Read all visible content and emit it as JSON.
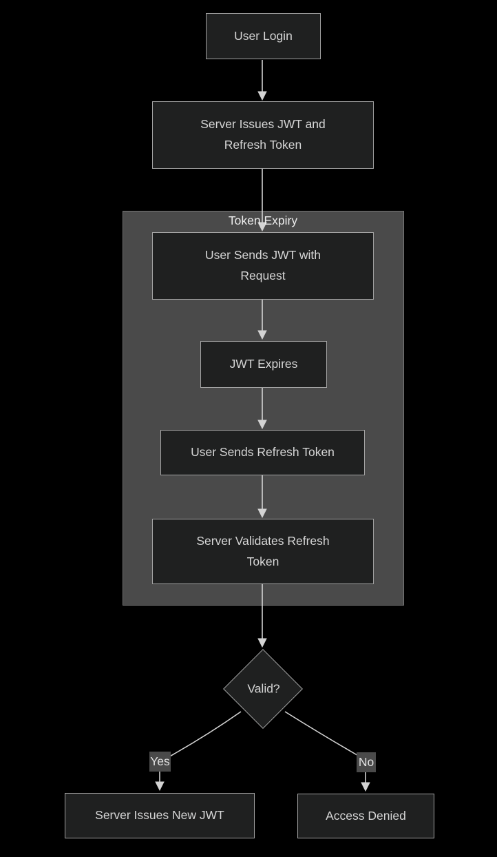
{
  "diagram": {
    "type": "flowchart",
    "title_hint": "JWT authentication and refresh token flow",
    "colors": {
      "background": "#000000",
      "node_fill": "#1f2020",
      "node_border": "#a3a3a3",
      "node_text": "#d6d6d6",
      "cluster_fill": "#4a4a4a",
      "cluster_border": "#777777",
      "edge": "#d3d3d3",
      "edge_label_bg": "#4a4a4a"
    },
    "cluster": {
      "label": "Token Expiry"
    },
    "nodes": {
      "user_login": "User Login",
      "server_issues_tokens": "Server Issues JWT and Refresh Token",
      "user_sends_jwt": "User Sends JWT with Request",
      "jwt_expires": "JWT Expires",
      "user_sends_refresh": "User Sends Refresh Token",
      "server_validates": "Server Validates Refresh Token",
      "valid_decision": "Valid?",
      "server_issues_new_jwt": "Server Issues New JWT",
      "access_denied": "Access Denied"
    },
    "edge_labels": {
      "yes": "Yes",
      "no": "No"
    },
    "edges": [
      {
        "from": "user_login",
        "to": "server_issues_tokens"
      },
      {
        "from": "server_issues_tokens",
        "to": "user_sends_jwt"
      },
      {
        "from": "user_sends_jwt",
        "to": "jwt_expires"
      },
      {
        "from": "jwt_expires",
        "to": "user_sends_refresh"
      },
      {
        "from": "user_sends_refresh",
        "to": "server_validates"
      },
      {
        "from": "server_validates",
        "to": "valid_decision"
      },
      {
        "from": "valid_decision",
        "to": "server_issues_new_jwt",
        "label": "Yes"
      },
      {
        "from": "valid_decision",
        "to": "access_denied",
        "label": "No"
      }
    ]
  }
}
